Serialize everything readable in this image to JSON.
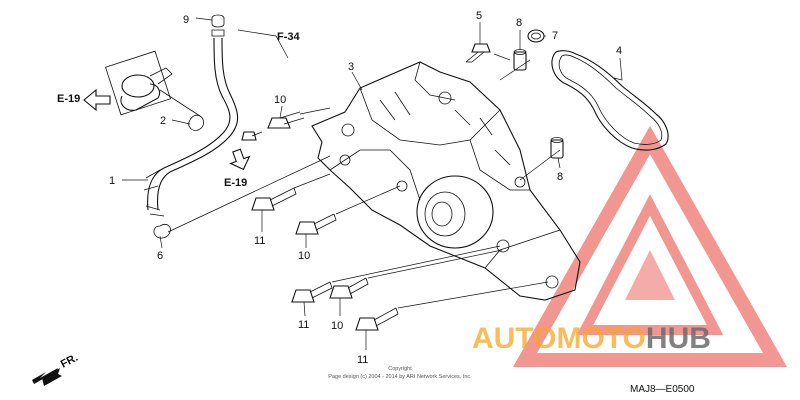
{
  "callouts": [
    {
      "id": "c9",
      "text": "9"
    },
    {
      "id": "cF34",
      "text": "F-34"
    },
    {
      "id": "c5",
      "text": "5"
    },
    {
      "id": "c8a",
      "text": "8"
    },
    {
      "id": "c7",
      "text": "7"
    },
    {
      "id": "c4",
      "text": "4"
    },
    {
      "id": "c3",
      "text": "3"
    },
    {
      "id": "cE19a",
      "text": "E-19"
    },
    {
      "id": "c10a",
      "text": "10"
    },
    {
      "id": "c2",
      "text": "2"
    },
    {
      "id": "c1",
      "text": "1"
    },
    {
      "id": "cE19b",
      "text": "E-19"
    },
    {
      "id": "c8b",
      "text": "8"
    },
    {
      "id": "c6",
      "text": "6"
    },
    {
      "id": "c11a",
      "text": "11"
    },
    {
      "id": "c10b",
      "text": "10"
    },
    {
      "id": "c11b",
      "text": "11"
    },
    {
      "id": "c10c",
      "text": "10"
    },
    {
      "id": "c11c",
      "text": "11"
    }
  ],
  "direction_label": "FR.",
  "copyright_title": "Copyright",
  "copyright_line": "Page design (c) 2004 - 2014 by ARI Network Services, Inc.",
  "diagram_code": "MAJ8—E0500",
  "watermark": {
    "brand_part1": "AUTOMOTO",
    "brand_part2": "HUB",
    "color_part1": "#f5a623",
    "color_part2": "#6b6b6b",
    "triangle_color": "#e8413a"
  }
}
